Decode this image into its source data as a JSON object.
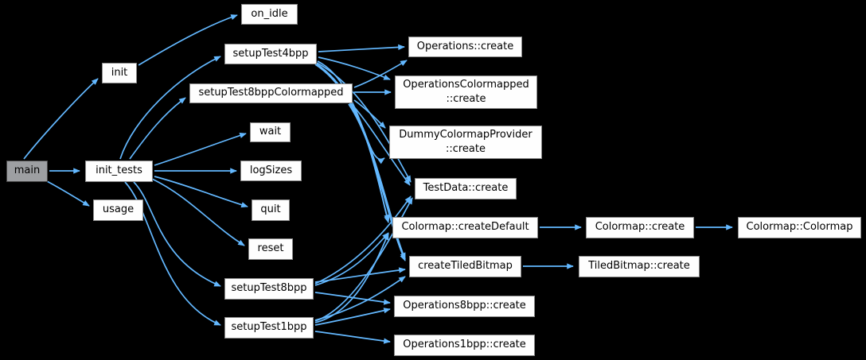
{
  "graph": {
    "type": "call-graph",
    "colors": {
      "background": "#000000",
      "edge": "#63b8ff",
      "node_fill": "#fefefe",
      "node_border": "#8a8a8a",
      "highlight_fill": "#9d9fa2",
      "highlight_border": "#4a4a4a",
      "text": "#000000"
    },
    "nodes": [
      {
        "id": "main",
        "label": "main",
        "highlighted": true
      },
      {
        "id": "init",
        "label": "init"
      },
      {
        "id": "init_tests",
        "label": "init_tests"
      },
      {
        "id": "usage",
        "label": "usage"
      },
      {
        "id": "on_idle",
        "label": "on_idle"
      },
      {
        "id": "setupTest4bpp",
        "label": "setupTest4bpp"
      },
      {
        "id": "setupTest8bppColormapped",
        "label": "setupTest8bppColormapped"
      },
      {
        "id": "wait",
        "label": "wait"
      },
      {
        "id": "logSizes",
        "label": "logSizes"
      },
      {
        "id": "quit",
        "label": "quit"
      },
      {
        "id": "reset",
        "label": "reset"
      },
      {
        "id": "setupTest8bpp",
        "label": "setupTest8bpp"
      },
      {
        "id": "setupTest1bpp",
        "label": "setupTest1bpp"
      },
      {
        "id": "Operations::create",
        "label": "Operations::create"
      },
      {
        "id": "OperationsColormapped::create",
        "label": "OperationsColormapped\n::create"
      },
      {
        "id": "DummyColormapProvider::create",
        "label": "DummyColormapProvider\n::create"
      },
      {
        "id": "TestData::create",
        "label": "TestData::create"
      },
      {
        "id": "Colormap::createDefault",
        "label": "Colormap::createDefault"
      },
      {
        "id": "createTiledBitmap",
        "label": "createTiledBitmap"
      },
      {
        "id": "Operations8bpp::create",
        "label": "Operations8bpp::create"
      },
      {
        "id": "Operations1bpp::create",
        "label": "Operations1bpp::create"
      },
      {
        "id": "Colormap::create",
        "label": "Colormap::create"
      },
      {
        "id": "TiledBitmap::create",
        "label": "TiledBitmap::create"
      },
      {
        "id": "Colormap::Colormap",
        "label": "Colormap::Colormap"
      }
    ],
    "edges": [
      {
        "from": "main",
        "to": "init"
      },
      {
        "from": "main",
        "to": "init_tests"
      },
      {
        "from": "main",
        "to": "usage"
      },
      {
        "from": "init",
        "to": "on_idle"
      },
      {
        "from": "init_tests",
        "to": "setupTest4bpp"
      },
      {
        "from": "init_tests",
        "to": "setupTest8bppColormapped"
      },
      {
        "from": "init_tests",
        "to": "wait"
      },
      {
        "from": "init_tests",
        "to": "logSizes"
      },
      {
        "from": "init_tests",
        "to": "quit"
      },
      {
        "from": "init_tests",
        "to": "reset"
      },
      {
        "from": "init_tests",
        "to": "setupTest8bpp"
      },
      {
        "from": "init_tests",
        "to": "setupTest1bpp"
      },
      {
        "from": "setupTest4bpp",
        "to": "Operations::create"
      },
      {
        "from": "setupTest4bpp",
        "to": "OperationsColormapped::create"
      },
      {
        "from": "setupTest4bpp",
        "to": "DummyColormapProvider::create"
      },
      {
        "from": "setupTest4bpp",
        "to": "TestData::create"
      },
      {
        "from": "setupTest4bpp",
        "to": "Colormap::createDefault"
      },
      {
        "from": "setupTest4bpp",
        "to": "createTiledBitmap"
      },
      {
        "from": "setupTest8bppColormapped",
        "to": "Operations::create"
      },
      {
        "from": "setupTest8bppColormapped",
        "to": "OperationsColormapped::create"
      },
      {
        "from": "setupTest8bppColormapped",
        "to": "DummyColormapProvider::create"
      },
      {
        "from": "setupTest8bppColormapped",
        "to": "TestData::create"
      },
      {
        "from": "setupTest8bppColormapped",
        "to": "Colormap::createDefault"
      },
      {
        "from": "setupTest8bppColormapped",
        "to": "createTiledBitmap"
      },
      {
        "from": "setupTest8bpp",
        "to": "TestData::create"
      },
      {
        "from": "setupTest8bpp",
        "to": "Colormap::createDefault"
      },
      {
        "from": "setupTest8bpp",
        "to": "createTiledBitmap"
      },
      {
        "from": "setupTest8bpp",
        "to": "Operations8bpp::create"
      },
      {
        "from": "setupTest1bpp",
        "to": "TestData::create"
      },
      {
        "from": "setupTest1bpp",
        "to": "Colormap::createDefault"
      },
      {
        "from": "setupTest1bpp",
        "to": "createTiledBitmap"
      },
      {
        "from": "setupTest1bpp",
        "to": "Operations8bpp::create"
      },
      {
        "from": "setupTest1bpp",
        "to": "Operations1bpp::create"
      },
      {
        "from": "Colormap::createDefault",
        "to": "Colormap::create"
      },
      {
        "from": "Colormap::create",
        "to": "Colormap::Colormap"
      },
      {
        "from": "createTiledBitmap",
        "to": "TiledBitmap::create"
      }
    ]
  }
}
